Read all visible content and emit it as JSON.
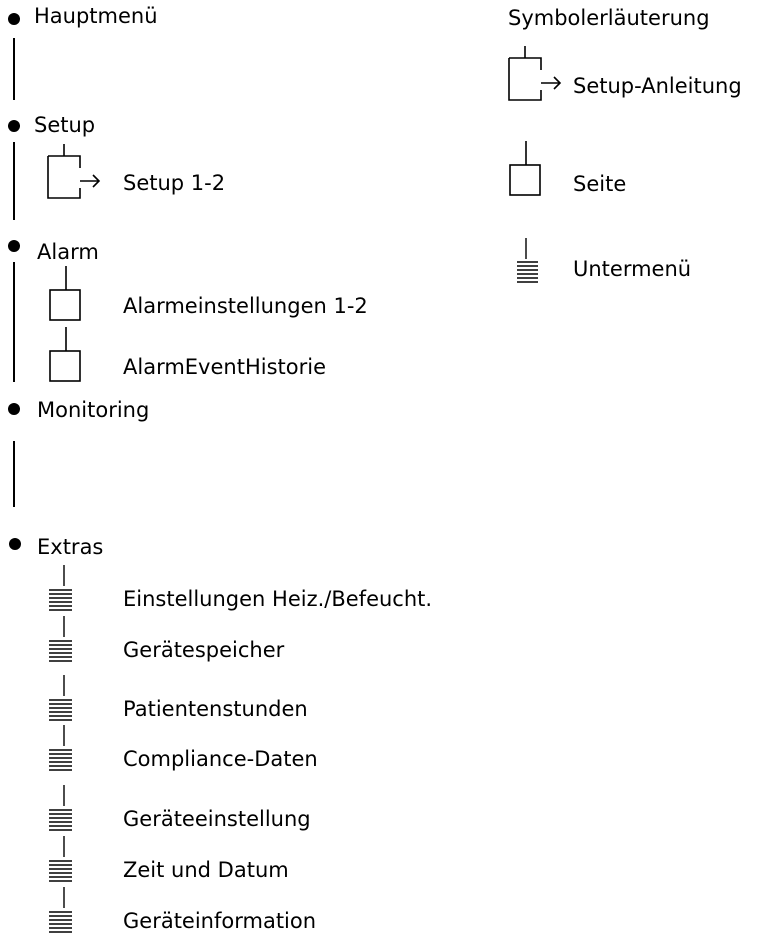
{
  "menu": {
    "main": "Hauptmenü",
    "setup": {
      "label": "Setup",
      "items": [
        "Setup 1-2"
      ]
    },
    "alarm": {
      "label": "Alarm",
      "items": [
        "Alarmeinstellungen 1-2",
        "AlarmEventHistorie"
      ]
    },
    "monitoring": {
      "label": "Monitoring"
    },
    "extras": {
      "label": "Extras",
      "items": [
        "Einstellungen Heiz./Befeucht.",
        "Gerätespeicher",
        "Patientenstunden",
        "Compliance-Daten",
        "Geräteeinstellung",
        "Zeit und Datum",
        "Geräteinformation"
      ]
    }
  },
  "legend": {
    "title": "Symbolerläuterung",
    "setup_guide": "Setup-Anleitung",
    "page": "Seite",
    "submenu": "Untermenü"
  },
  "icons": {
    "bullet": "filled-circle",
    "setup_guide": "box-arrow-icon",
    "page": "square-page-icon",
    "submenu": "stacked-lines-icon"
  }
}
